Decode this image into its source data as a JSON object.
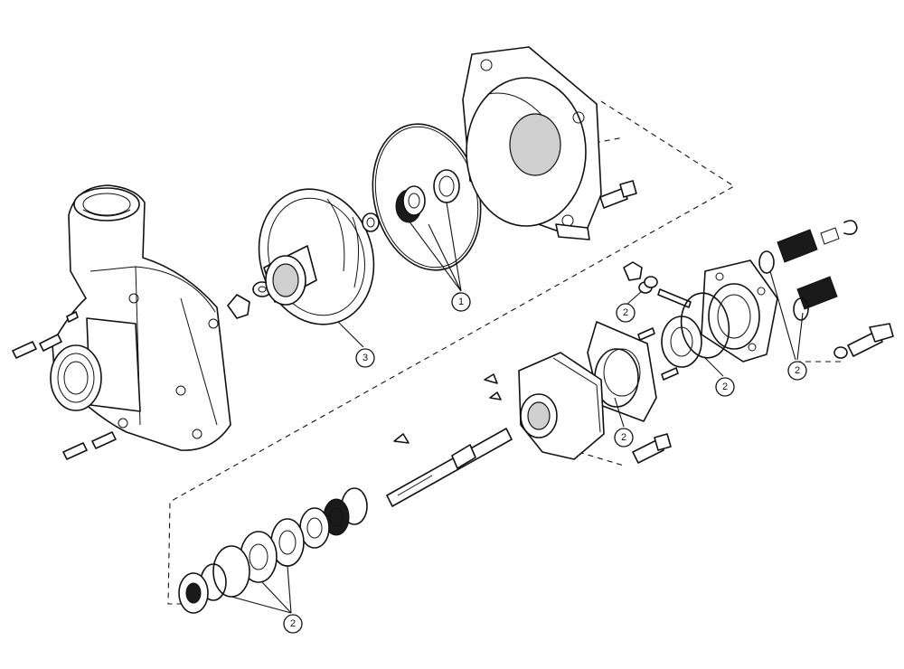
{
  "callouts": {
    "c1": "1",
    "c3": "3",
    "c2_bolt": "2",
    "c2_bearing": "2",
    "c2_plugs": "2",
    "c2_gasket": "2",
    "c2_seals": "2"
  }
}
